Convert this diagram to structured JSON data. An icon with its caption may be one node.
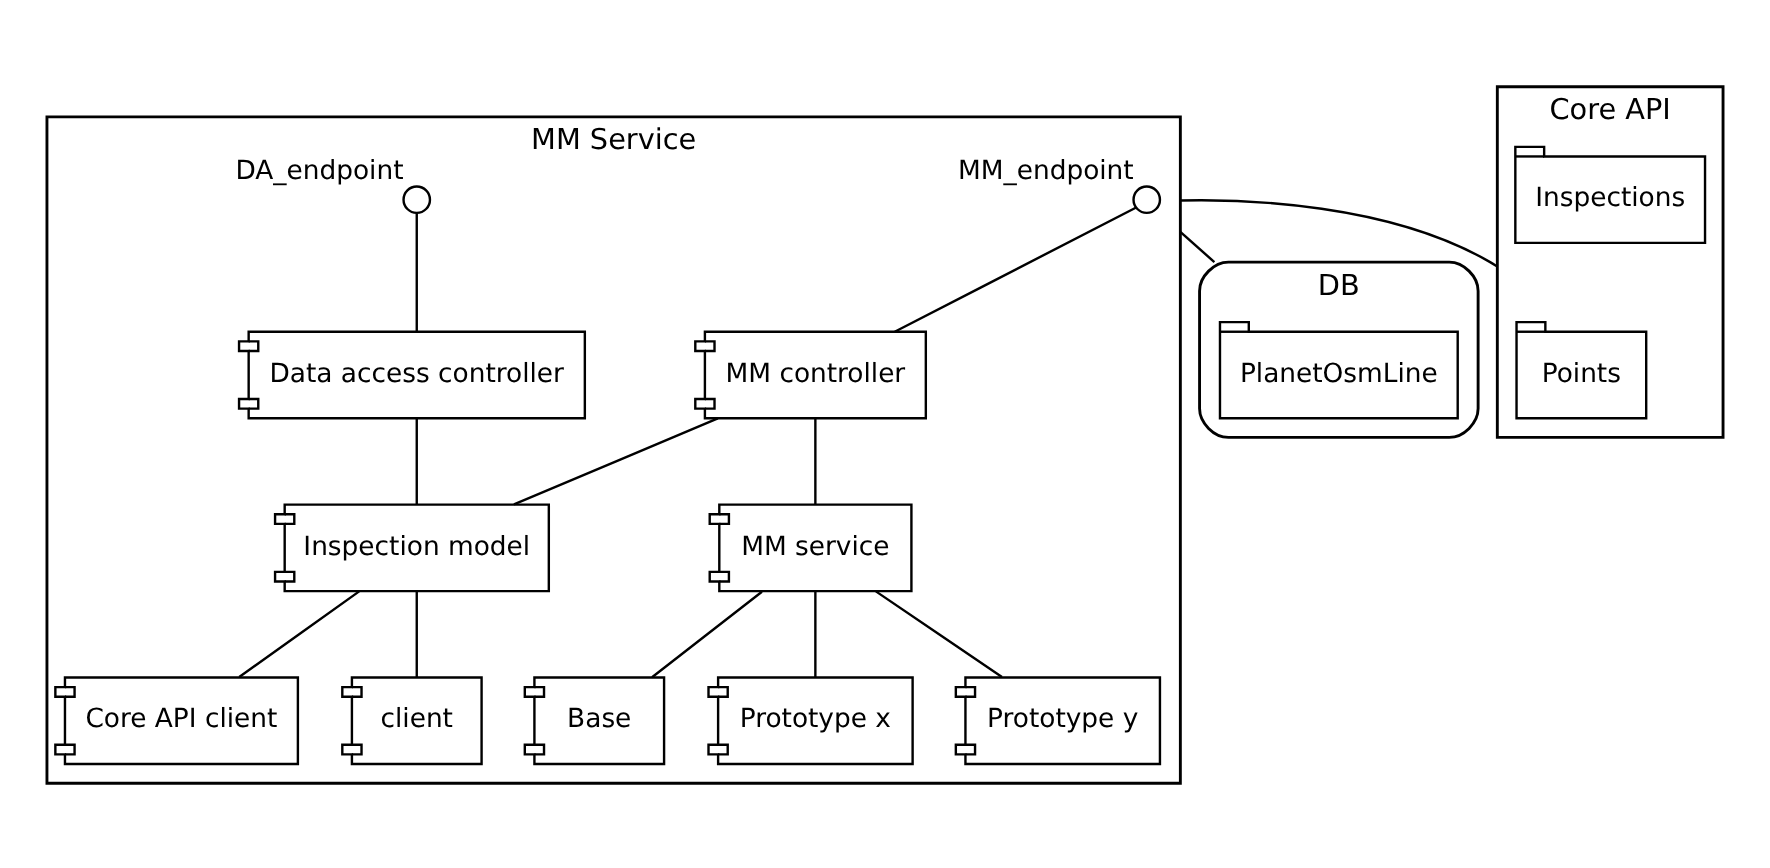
{
  "diagram": {
    "nodes": [
      {
        "text": [
          "MM Service"
        ]
      },
      {
        "text": [
          "MM_endpoint"
        ],
        "in": 0
      },
      {
        "text": [
          "DA_endpoint"
        ],
        "in": 0
      },
      {
        "text": [
          "MM controller"
        ],
        "in": 0
      },
      {
        "text": [
          "Data access controller"
        ],
        "in": 0
      },
      {
        "text": [
          "MM service"
        ],
        "in": 0
      },
      {
        "text": [
          "Inspection model"
        ],
        "in": 0
      },
      {
        "text": [
          "Base"
        ],
        "in": 0
      },
      {
        "text": [
          "Prototype x"
        ],
        "in": 0
      },
      {
        "text": [
          "Prototype y"
        ],
        "in": 0
      },
      {
        "text": [
          "Core API client"
        ],
        "in": 0
      },
      {
        "text": [
          "client"
        ],
        "in": 0
      },
      {
        "text": [
          "DB"
        ]
      },
      {
        "text": [
          "PlanetOsmLine"
        ],
        "in": 12
      },
      {
        "text": [
          "Core API"
        ]
      },
      {
        "text": [
          "Points"
        ],
        "in": 14
      },
      {
        "text": [
          "Inspections"
        ],
        "in": 14
      }
    ],
    "edges": [
      {
        "from": 1,
        "to": 3,
        "arrow": "none"
      },
      {
        "from": 2,
        "to": 4,
        "arrow": "none"
      },
      {
        "from": 3,
        "to": 5,
        "arrow": "none"
      },
      {
        "from": 3,
        "to": 6,
        "arrow": "none"
      },
      {
        "from": 4,
        "to": 6,
        "arrow": "none"
      },
      {
        "from": 5,
        "to": 7,
        "arrow": "none"
      },
      {
        "from": 5,
        "to": 8,
        "arrow": "none"
      },
      {
        "from": 5,
        "to": 9,
        "arrow": "none"
      },
      {
        "from": 6,
        "to": 10,
        "arrow": "none"
      },
      {
        "from": 6,
        "to": 11,
        "arrow": "none"
      },
      {
        "from": 0,
        "to": 12,
        "arrow": "none"
      },
      {
        "from": 0,
        "to": 14,
        "arrow": "none"
      }
    ]
  }
}
